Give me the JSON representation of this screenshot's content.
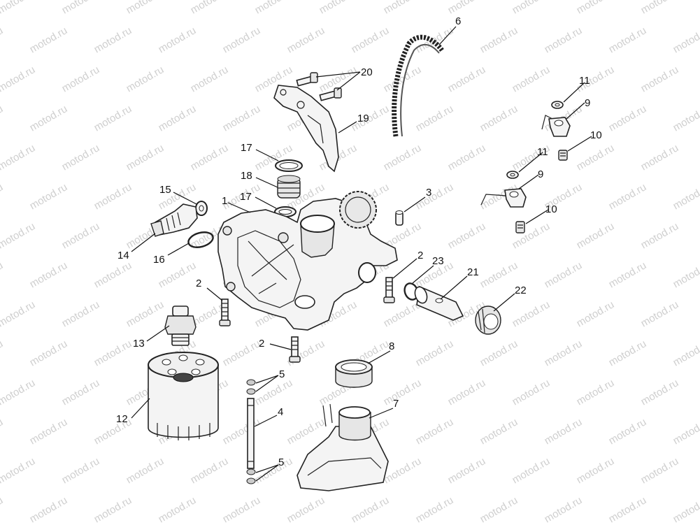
{
  "watermark": "motod.ru",
  "callouts": [
    {
      "id": "c1",
      "text": "1"
    },
    {
      "id": "c2a",
      "text": "2"
    },
    {
      "id": "c2b",
      "text": "2"
    },
    {
      "id": "c2c",
      "text": "2"
    },
    {
      "id": "c3",
      "text": "3"
    },
    {
      "id": "c4",
      "text": "4"
    },
    {
      "id": "c5a",
      "text": "5"
    },
    {
      "id": "c5b",
      "text": "5"
    },
    {
      "id": "c6",
      "text": "6"
    },
    {
      "id": "c7",
      "text": "7"
    },
    {
      "id": "c8",
      "text": "8"
    },
    {
      "id": "c9a",
      "text": "9"
    },
    {
      "id": "c9b",
      "text": "9"
    },
    {
      "id": "c10a",
      "text": "10"
    },
    {
      "id": "c10b",
      "text": "10"
    },
    {
      "id": "c11a",
      "text": "11"
    },
    {
      "id": "c11b",
      "text": "11"
    },
    {
      "id": "c12",
      "text": "12"
    },
    {
      "id": "c13",
      "text": "13"
    },
    {
      "id": "c14",
      "text": "14"
    },
    {
      "id": "c15",
      "text": "15"
    },
    {
      "id": "c16",
      "text": "16"
    },
    {
      "id": "c17a",
      "text": "17"
    },
    {
      "id": "c17b",
      "text": "17"
    },
    {
      "id": "c18",
      "text": "18"
    },
    {
      "id": "c19",
      "text": "19"
    },
    {
      "id": "c20",
      "text": "20"
    },
    {
      "id": "c21",
      "text": "21"
    },
    {
      "id": "c22",
      "text": "22"
    },
    {
      "id": "c23",
      "text": "23"
    }
  ]
}
